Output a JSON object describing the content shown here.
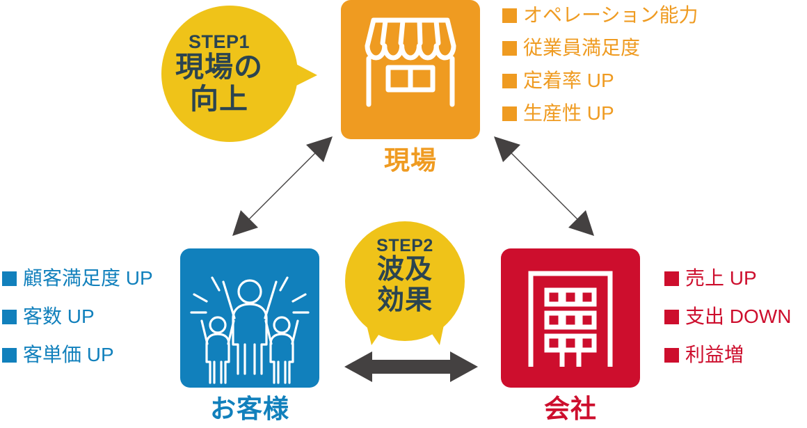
{
  "colors": {
    "orange": "#EF9B21",
    "blue": "#1180BC",
    "red": "#CD0E2D",
    "yellow": "#EFC319",
    "navy": "#2B4450",
    "arrow": "#444141",
    "white": "#FFFFFF"
  },
  "nodes": {
    "genba": {
      "label": "現場",
      "icon": "storefront-icon",
      "color": "#EF9B21"
    },
    "okyakusama": {
      "label": "お客様",
      "icon": "cheering-people-icon",
      "color": "#1180BC"
    },
    "kaisha": {
      "label": "会社",
      "icon": "office-building-icon",
      "color": "#CD0E2D"
    }
  },
  "bubbles": [
    {
      "step": "STEP1",
      "line1": "現場の",
      "line2": "向上"
    },
    {
      "step": "STEP2",
      "line1": "波及",
      "line2": "効果"
    }
  ],
  "lists": {
    "genba_effects": {
      "color": "#EF9B21",
      "items": [
        "オペレーション能力",
        "従業員満足度",
        "定着率 UP",
        "生産性 UP"
      ]
    },
    "customer_effects": {
      "color": "#1180BC",
      "items": [
        "顧客満足度 UP",
        "客数 UP",
        "客単価 UP"
      ]
    },
    "company_effects": {
      "color": "#CD0E2D",
      "items": [
        "売上 UP",
        "支出 DOWN",
        "利益増"
      ]
    }
  },
  "arrows": [
    {
      "name": "arrow-genba-customer",
      "direction": "double-diagonal-up-right"
    },
    {
      "name": "arrow-genba-company",
      "direction": "double-diagonal-up-left"
    },
    {
      "name": "arrow-customer-company",
      "direction": "double-horizontal"
    }
  ]
}
